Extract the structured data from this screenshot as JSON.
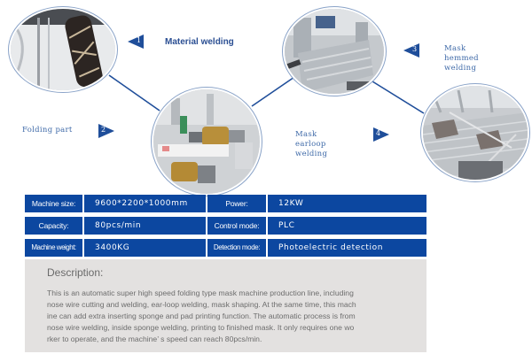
{
  "steps": [
    {
      "number": "1",
      "label": "Material welding",
      "photo": "material-welding-roller"
    },
    {
      "number": "2",
      "label": "Folding part",
      "photo": "folding-rollers"
    },
    {
      "number": "3",
      "label": "Mask hemmed welding",
      "photo": "hemmed-welding-conveyor"
    },
    {
      "number": "4",
      "label": "Mask earloop welding",
      "photo": "earloop-welding-conveyor"
    }
  ],
  "specs": [
    {
      "key": "Machine size:",
      "value": "9600*2200*1000mm",
      "key2": "Power:",
      "value2": "12KW"
    },
    {
      "key": "Capacity:",
      "value": "80pcs/min",
      "key2": "Control mode:",
      "value2": "PLC"
    },
    {
      "key": "Machine weight:",
      "value": "3400KG",
      "key2": "Detection mode:",
      "value2": "Photoelectric detection"
    }
  ],
  "description": {
    "title": "Description:",
    "lines": [
      "This is an automatic super high speed folding type mask machine production line, including",
      "nose wire cutting and welding, ear-loop welding, mask shaping. At the same time, this mach",
      "ine can add extra inserting sponge and pad printing function.  The automatic process is from",
      "nose wire welding, inside sponge welding, printing to finished mask. It only requires one wo",
      "rker to operate, and the machine’  s speed can reach 80pcs/min."
    ]
  },
  "colors": {
    "brand_blue": "#0c47a0",
    "label_blue": "#3f6aa8",
    "line_blue": "#1f4e9a",
    "desc_bg": "#e3e1e0"
  }
}
